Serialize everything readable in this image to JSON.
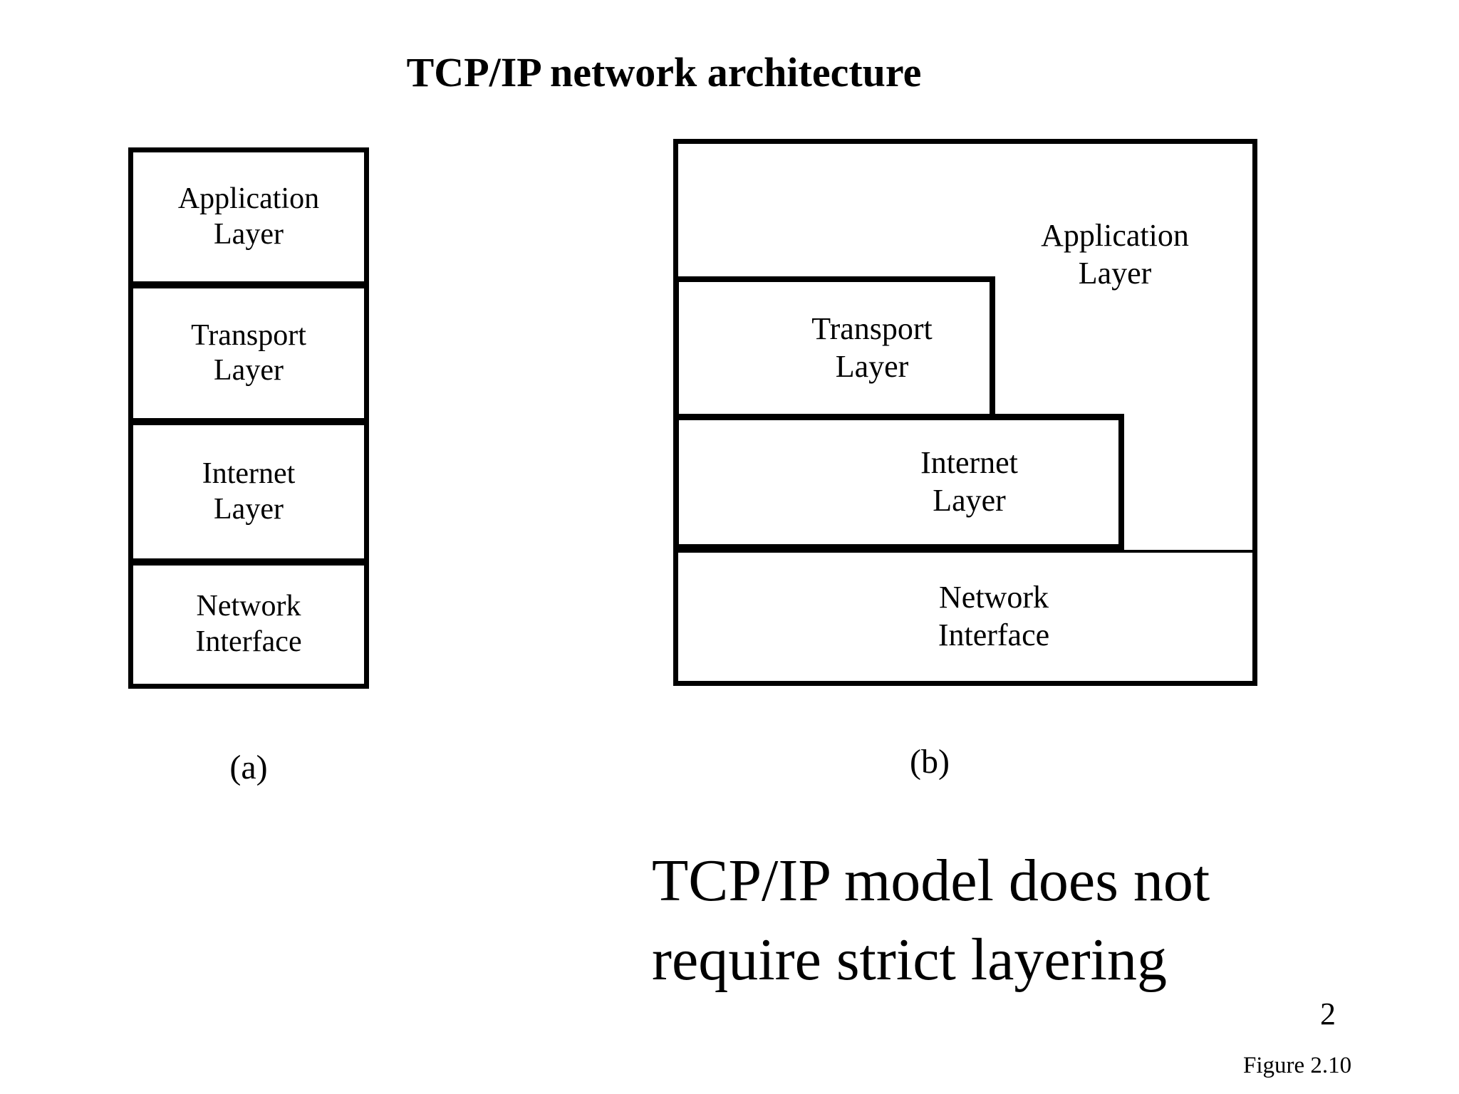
{
  "title": "TCP/IP network architecture",
  "diagram_a": {
    "caption": "(a)",
    "layers": [
      {
        "label": "Application\nLayer"
      },
      {
        "label": "Transport\nLayer"
      },
      {
        "label": "Internet\nLayer"
      },
      {
        "label": "Network\nInterface"
      }
    ]
  },
  "diagram_b": {
    "caption": "(b)",
    "application_label": "Application\nLayer",
    "transport_label": "Transport\nLayer",
    "internet_label": "Internet\nLayer",
    "network_label": "Network\nInterface"
  },
  "note": {
    "line1": "TCP/IP model does not",
    "line2": "require strict layering"
  },
  "footer": {
    "page_number": "2",
    "figure_ref": "Figure 2.10"
  },
  "colors": {
    "foreground": "#000000",
    "background": "#ffffff"
  }
}
